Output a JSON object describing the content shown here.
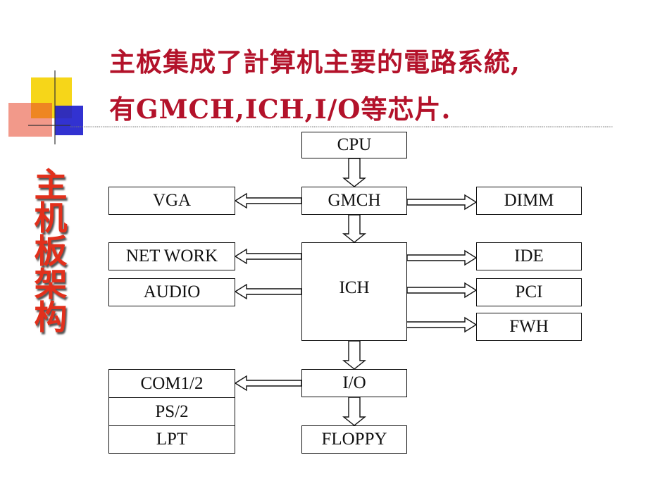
{
  "title": {
    "line1": "主板集成了計算机主要的電路系統,",
    "line2": "有GMCH,ICH,I/O等芯片."
  },
  "side_label": [
    "主",
    "机",
    "板",
    "架",
    "构"
  ],
  "colors": {
    "title": "#b3122a",
    "side_label": "#e2301c",
    "deco_yellow": "#f5d200",
    "deco_red": "#e8452a",
    "deco_blue": "#1c1ccc"
  },
  "blocks": {
    "cpu": "CPU",
    "gmch": "GMCH",
    "vga": "VGA",
    "dimm": "DIMM",
    "ich": "ICH",
    "network": "NET WORK",
    "audio": "AUDIO",
    "ide": "IDE",
    "pci": "PCI",
    "fwh": "FWH",
    "io": "I/O",
    "com": "COM1/2",
    "ps2": "PS/2",
    "lpt": "LPT",
    "floppy": "FLOPPY"
  },
  "connections": [
    {
      "from": "CPU",
      "to": "GMCH"
    },
    {
      "from": "GMCH",
      "to": "VGA"
    },
    {
      "from": "GMCH",
      "to": "DIMM"
    },
    {
      "from": "GMCH",
      "to": "ICH"
    },
    {
      "from": "ICH",
      "to": "NET WORK"
    },
    {
      "from": "ICH",
      "to": "AUDIO"
    },
    {
      "from": "ICH",
      "to": "IDE"
    },
    {
      "from": "ICH",
      "to": "PCI"
    },
    {
      "from": "ICH",
      "to": "FWH"
    },
    {
      "from": "ICH",
      "to": "I/O"
    },
    {
      "from": "I/O",
      "to": "COM1/2"
    },
    {
      "from": "I/O",
      "to": "FLOPPY"
    }
  ]
}
